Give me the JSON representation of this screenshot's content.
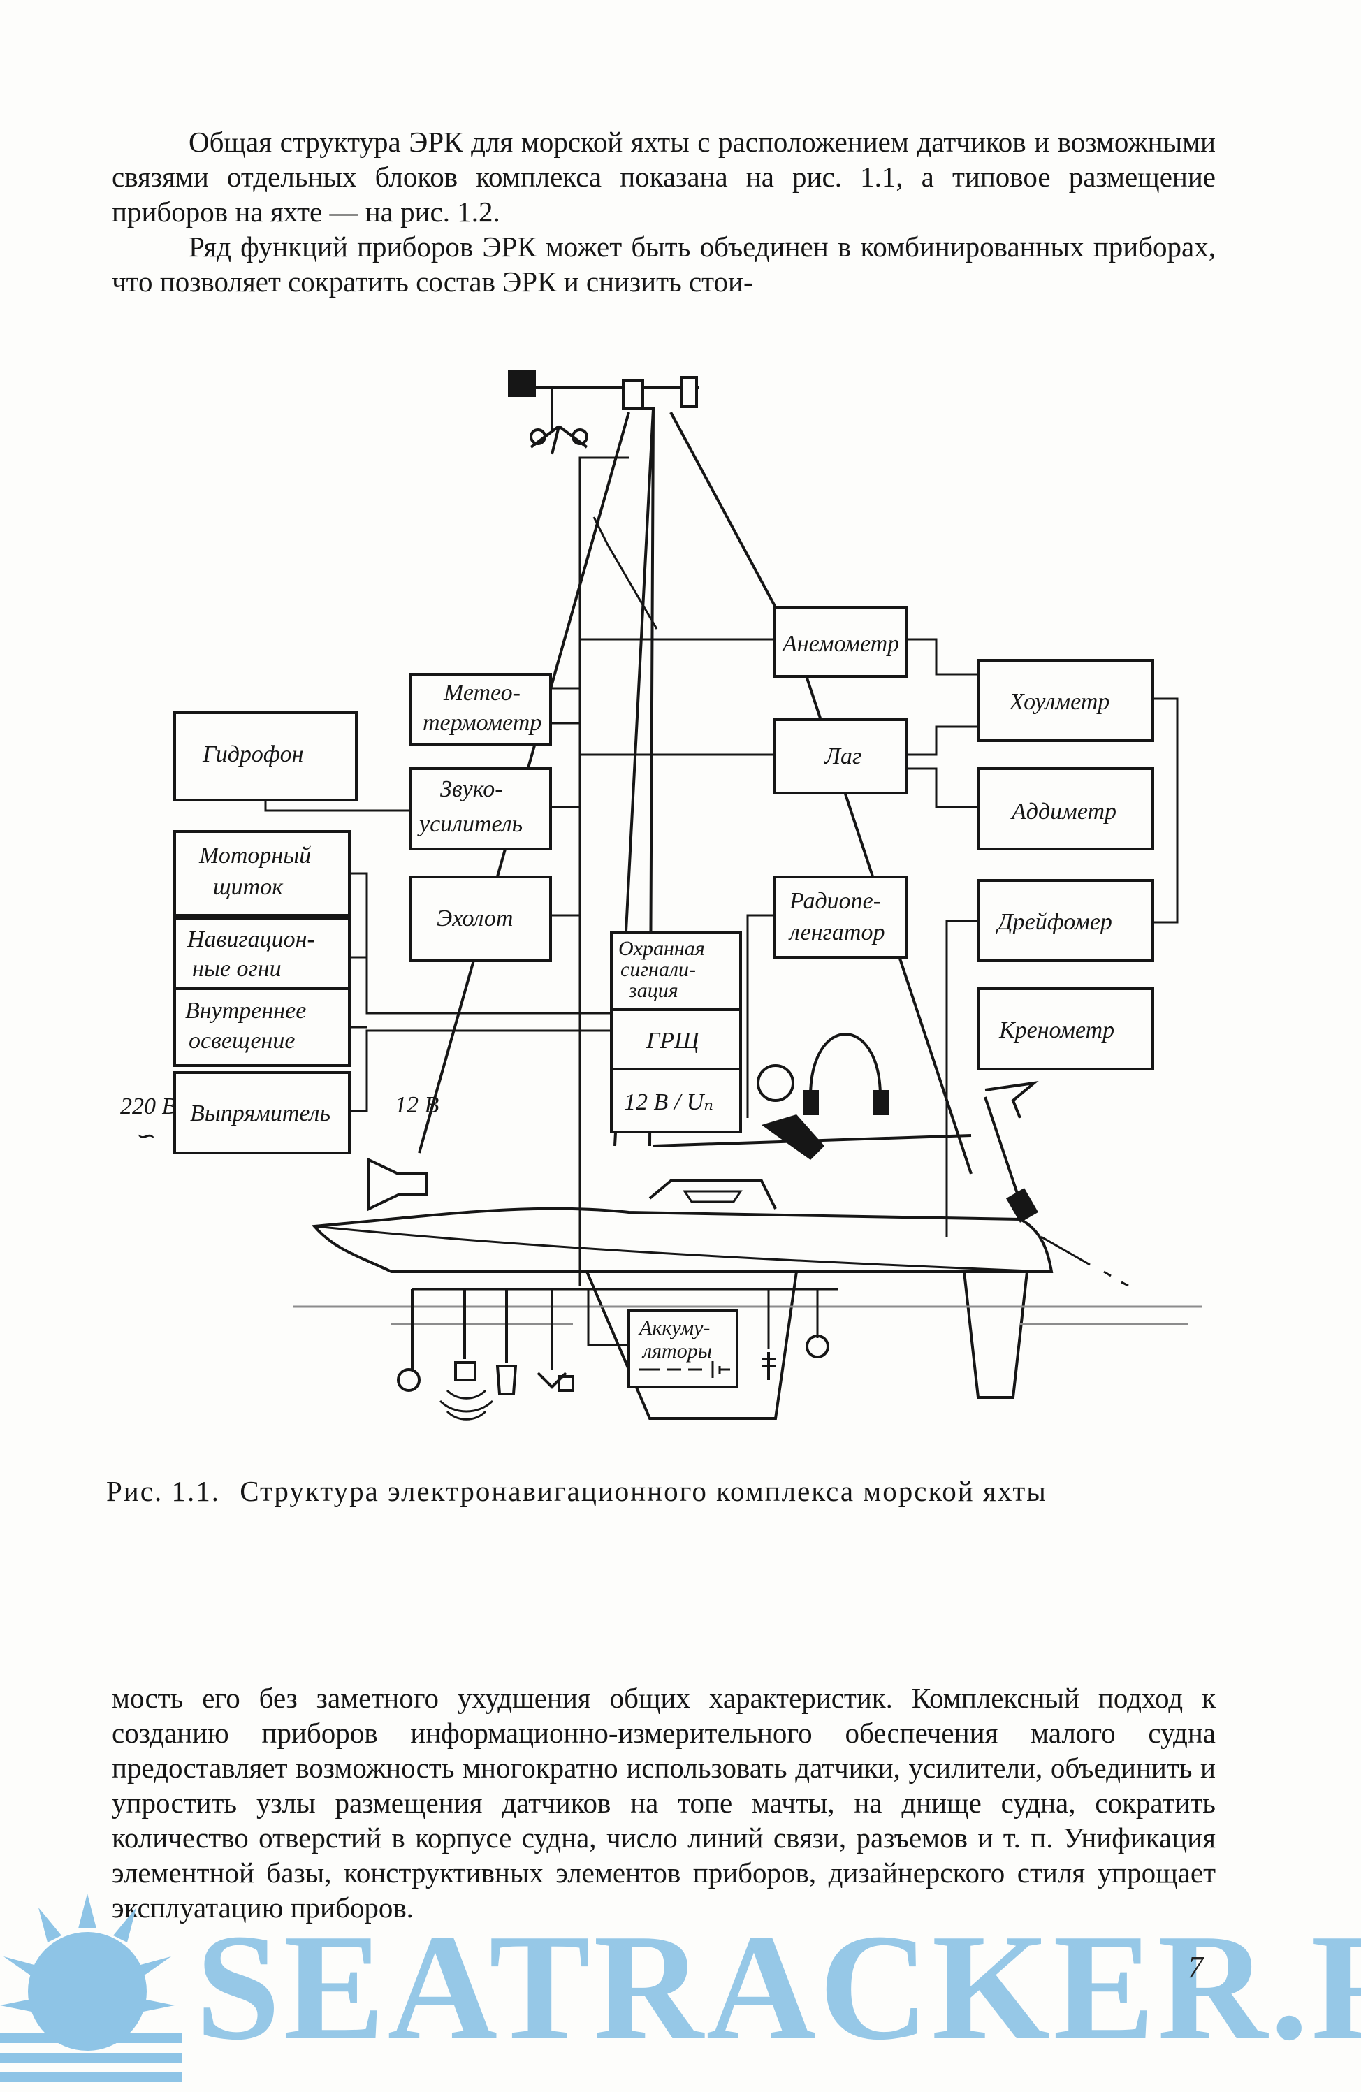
{
  "text": {
    "top_paragraphs": [
      "Общая структура ЭРК для морской яхты с расположением датчиков и возможными связями отдельных блоков комплекса показана на рис. 1.1, а типовое размещение приборов на яхте — на рис. 1.2.",
      "Ряд функций приборов ЭРК может быть объединен в комбинированных приборах, что позволяет сократить состав ЭРК и снизить стои-"
    ],
    "bottom_paragraph": "мость его без заметного ухудшения общих характеристик. Комплексный подход к созданию приборов информационно-измерительного обеспечения малого судна предоставляет возможность многократно использовать датчики, усилители, объединить и упростить узлы размещения датчиков на топе мачты, на днище судна, сократить количество отверстий в корпусе судна, число линий связи, разъемов и т. п. Унификация элементной базы, конструктивных элементов приборов, дизайнерского стиля упрощает эксплуатацию приборов.",
    "page_number": "7"
  },
  "figure": {
    "caption_number": "Рис. 1.1.",
    "caption_text": "Структура электронавигационного комплекса морской яхты",
    "blocks": {
      "meteo_l1": "Метео-",
      "meteo_l2": "термометр",
      "zvuko_l1": "Звуко-",
      "zvuko_l2": "усилитель",
      "exolot": "Эхолот",
      "gidrofon": "Гидрофон",
      "motor_l1": "Моторный",
      "motor_l2": "щиток",
      "nav_l1": "Навигацион-",
      "nav_l2": "ные огни",
      "vnutr_l1": "Внутреннее",
      "vnutr_l2": "освещение",
      "vypr": "Выпрямитель",
      "anemo": "Анемометр",
      "lag": "Лаг",
      "radio_l1": "Радиопе-",
      "radio_l2": "ленгатор",
      "houl": "Хоулметр",
      "addi": "Аддиметр",
      "dreif": "Дрейфомер",
      "kren": "Кренометр",
      "ohr_l1": "Охранная",
      "ohr_l2": "сигнали-",
      "ohr_l3": "зация",
      "grsch": "ГРЩ",
      "conv": "12 В / Uₙ",
      "akk_l1": "Аккуму-",
      "akk_l2": "ляторы"
    },
    "labels": {
      "v220": "220 В",
      "ac": "∽",
      "v12": "12 В"
    }
  },
  "watermark": {
    "text": "SEATRACKER.RU",
    "color": "#8ec4e6"
  }
}
